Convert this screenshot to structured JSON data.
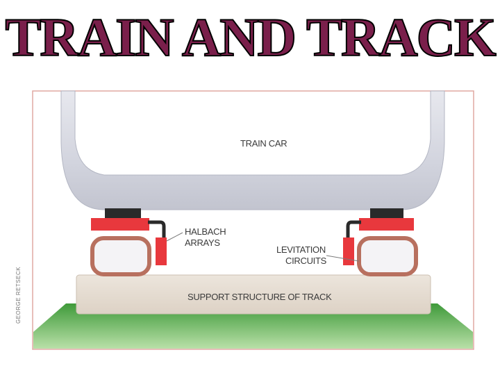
{
  "title": "TRAIN AND TRACK",
  "labels": {
    "train_car": "TRAIN CAR",
    "halbach_line1": "HALBACH",
    "halbach_line2": "ARRAYS",
    "levitation_line1": "LEVITATION",
    "levitation_line2": "CIRCUITS",
    "support": "SUPPORT STRUCTURE OF TRACK"
  },
  "credit": "GEORGE RETSECK",
  "colors": {
    "title": "#7a1f4b",
    "train_car": "#c9cbd6",
    "magnet": "#e8383d",
    "bogie": "#2a2a2a",
    "coil": "#b8705f",
    "support": "#e6ddd3",
    "ground": "#5aa84a"
  }
}
